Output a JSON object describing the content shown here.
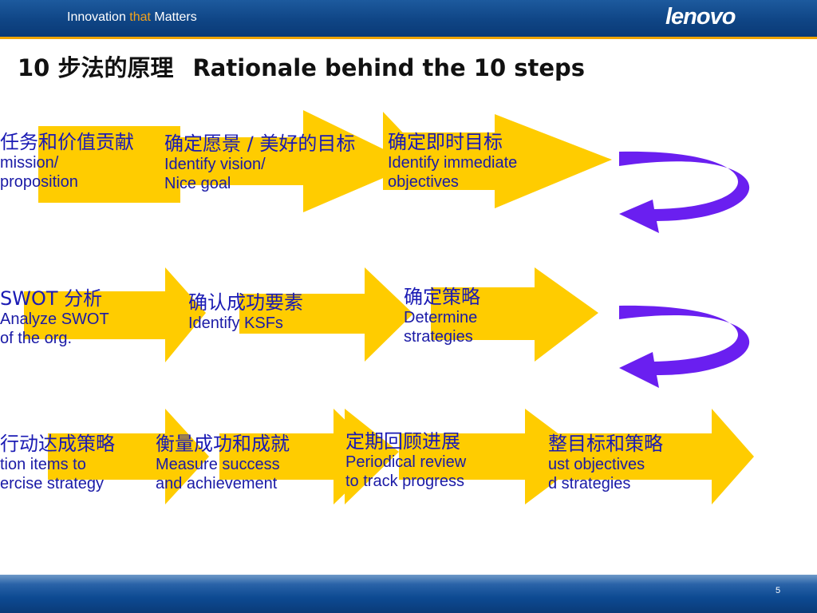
{
  "header": {
    "tagline": {
      "part1": "Innovation ",
      "accent": "that",
      "part2": " Matters"
    },
    "logo": "lenovo"
  },
  "title": {
    "zh": "10 步法的原理",
    "en": "Rationale behind the 10 steps"
  },
  "rows": [
    {
      "steps": [
        {
          "zh": "任务和价值贡献",
          "en1": " mission/",
          "en2": "proposition"
        },
        {
          "zh": "确定愿景 / 美好的目标",
          "en1": "Identify vision/",
          "en2": "Nice goal"
        },
        {
          "zh": "确定即时目标",
          "en1": "Identify immediate",
          "en2": "objectives"
        }
      ]
    },
    {
      "steps": [
        {
          "zh": "SWOT 分析",
          "en1": "Analyze SWOT",
          "en2": "of the org."
        },
        {
          "zh": "确认成功要素",
          "en1": "Identify KSFs",
          "en2": ""
        },
        {
          "zh": "确定策略",
          "en1": "Determine",
          "en2": "strategies"
        }
      ]
    },
    {
      "steps": [
        {
          "zh": "行动达成策略",
          "en1": "tion items  to",
          "en2": "ercise strategy"
        },
        {
          "zh": "衡量成功和成就",
          "en1": "Measure success",
          "en2": "and achievement"
        },
        {
          "zh": "定期回顾进展",
          "en1": "Periodical review",
          "en2": "to track progress"
        },
        {
          "zh": "整目标和策略",
          "en1": "ust objectives",
          "en2": "d strategies"
        }
      ]
    }
  ],
  "colors": {
    "arrow": "#ffcc00",
    "return_arrow": "#6a1ff0",
    "text_zh": "#1a1ab4",
    "text_en": "#1a1aa6"
  },
  "footer": {
    "page_number": "5"
  }
}
